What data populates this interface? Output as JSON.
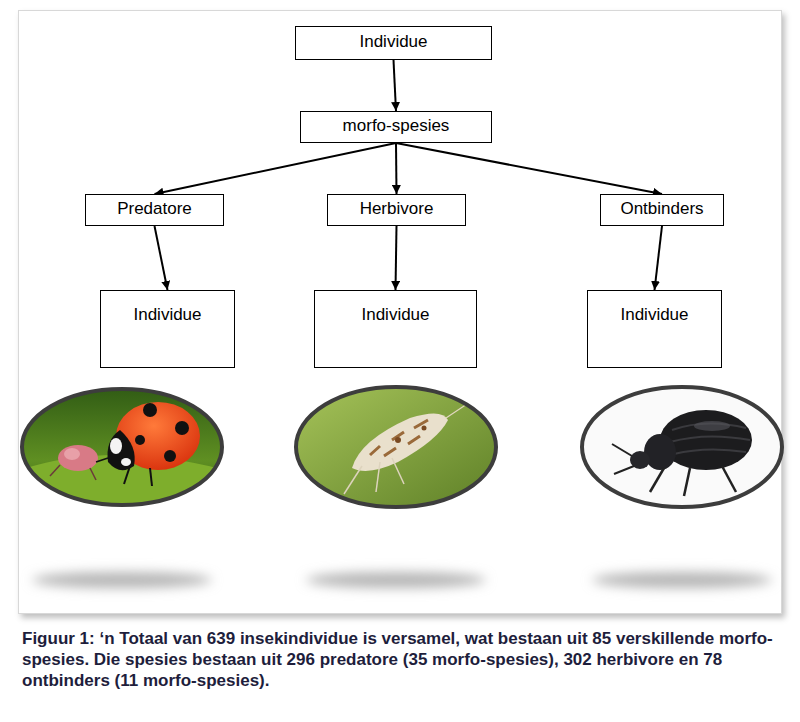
{
  "diagram": {
    "caption": "Figuur 1: ‘n Totaal van 639 insekindividue is versamel, wat bestaan uit 85 verskillende morfo-spesies. Die spesies bestaan uit 296 predatore (35 morfo-spesies), 302 herbivore en 78 ontbinders (11 morfo-spesies).",
    "nodes": [
      {
        "text": [
          "Individue"
        ]
      },
      {
        "text": [
          "morfo-spesies"
        ]
      },
      {
        "text": [
          "Predatore"
        ]
      },
      {
        "text": [
          "Herbivore"
        ]
      },
      {
        "text": [
          "Ontbinders"
        ]
      },
      {
        "text": [
          "Individue"
        ]
      },
      {
        "text": [
          "Individue"
        ]
      },
      {
        "text": [
          "Individue"
        ]
      }
    ],
    "edges": [
      {
        "from": 0,
        "to": 1,
        "arrow": "to"
      },
      {
        "from": 1,
        "to": 2,
        "arrow": "to"
      },
      {
        "from": 1,
        "to": 3,
        "arrow": "to"
      },
      {
        "from": 1,
        "to": 4,
        "arrow": "to"
      },
      {
        "from": 2,
        "to": 5,
        "arrow": "to"
      },
      {
        "from": 3,
        "to": 6,
        "arrow": "to"
      },
      {
        "from": 4,
        "to": 7,
        "arrow": "to"
      }
    ]
  }
}
